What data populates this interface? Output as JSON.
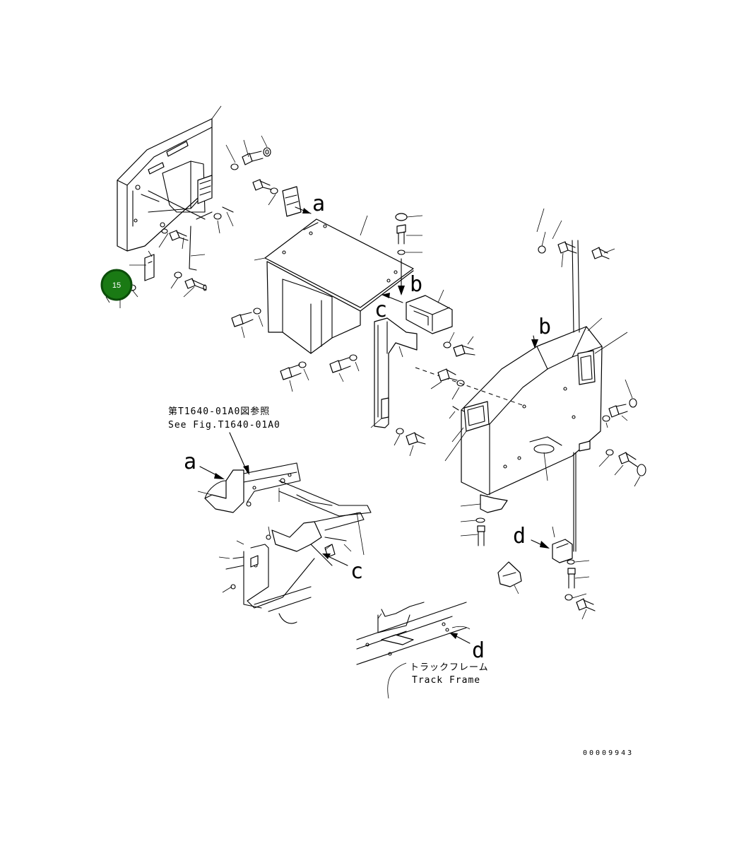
{
  "callouts": {
    "a_top": "a",
    "b_mid": "b",
    "c_mid": "c",
    "b_right": "b",
    "a_frame": "a",
    "c_frame": "c",
    "d_bracket": "d",
    "d_track": "d"
  },
  "reference_note": {
    "jp": "第T1640-01A0図参照",
    "en": "See Fig.T1640-01A0"
  },
  "track_frame": {
    "jp": "トラックフレーム",
    "en": "Track Frame"
  },
  "drawing_code": "00009943",
  "highlight_badge": {
    "label": "15",
    "color": "#1a7a14",
    "ring_color": "#0c4d0a"
  }
}
